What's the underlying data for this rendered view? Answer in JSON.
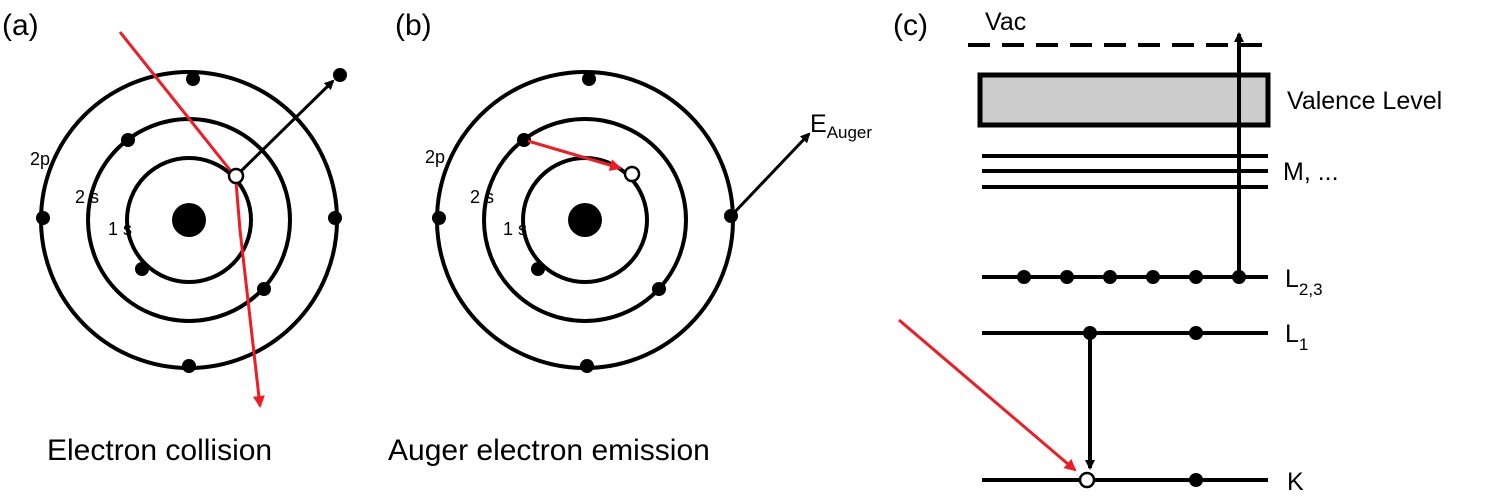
{
  "colors": {
    "ink": "#000000",
    "beam": "#ee1c23",
    "band_fill": "#cccccc",
    "hole_fill": "#ffffff"
  },
  "panel_a": {
    "label": "(a)",
    "caption": "Electron collision",
    "shells": {
      "outer": "2p",
      "middle": "2 s",
      "inner": "1 s"
    }
  },
  "panel_b": {
    "label": "(b)",
    "caption": "Auger electron emission",
    "shells": {
      "outer": "2p",
      "middle": "2 s",
      "inner": "1 s"
    },
    "emitted": {
      "main": "E",
      "sub": "Auger"
    }
  },
  "panel_c": {
    "label": "(c)",
    "vacuum": "Vac",
    "valence": "Valence Level",
    "m_levels": "M, ...",
    "l23": {
      "main": "L",
      "sub": "2,3"
    },
    "l1": {
      "main": "L",
      "sub": "1"
    },
    "k": "K"
  }
}
